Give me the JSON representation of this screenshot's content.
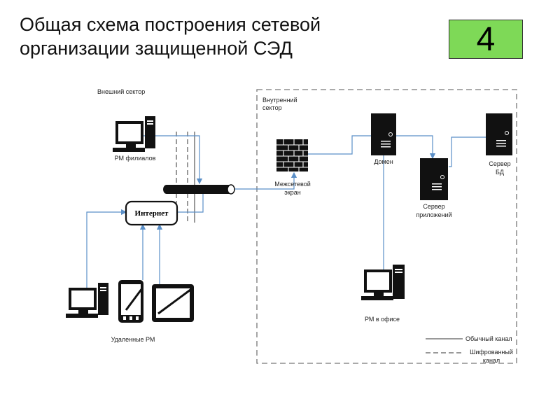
{
  "title": {
    "line1": "Общая схема построения сетевой",
    "line2": "организации защищенной СЭД"
  },
  "slide_number": "4",
  "labels": {
    "external_sector": "Внешний сектор",
    "internal_sector_line1": "Внутренний",
    "internal_sector_line2": "сектор",
    "branch_workstations": "РМ филиалов",
    "internet": "Интернет",
    "remote_workstations": "Удаленные РМ",
    "firewall_line1": "Межсетевой",
    "firewall_line2": "экран",
    "domain": "Домен",
    "app_server_line1": "Сервер",
    "app_server_line2": "приложений",
    "db_server_line1": "Сервер",
    "db_server_line2": "БД",
    "office_workstation": "РМ в офисе"
  },
  "legend": {
    "normal_channel": "Обычный канал",
    "encrypted_line1": "Шифрованный",
    "encrypted_line2": "канал"
  },
  "colors": {
    "badge": "#7ed957",
    "link": "#5b8fc7",
    "device": "#111111"
  }
}
